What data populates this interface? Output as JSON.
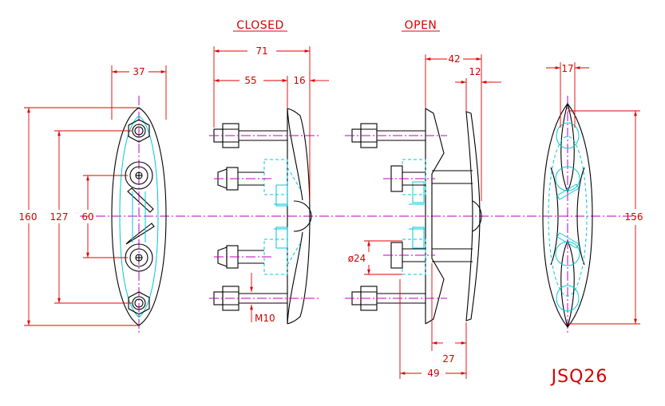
{
  "views": {
    "closed_title": "CLOSED",
    "open_title": "OPEN"
  },
  "dimensions": {
    "front_width": "37",
    "front_overall": "160",
    "front_outer_holes": "127",
    "front_inner_holes": "60",
    "closed_total": "71",
    "closed_base": "55",
    "closed_lip": "16",
    "closed_thread": "M10",
    "open_reach": "42",
    "open_gap": "12",
    "open_boss": "ø24",
    "open_lower_27": "27",
    "open_lower_49": "49",
    "rear_width": "17",
    "rear_length": "156"
  },
  "model_code": "JSQ26",
  "colors": {
    "outline": "#000000",
    "hidden_lines": "#00c8d8",
    "centerlines": "#c000c0",
    "dimensions": "#d40000"
  }
}
